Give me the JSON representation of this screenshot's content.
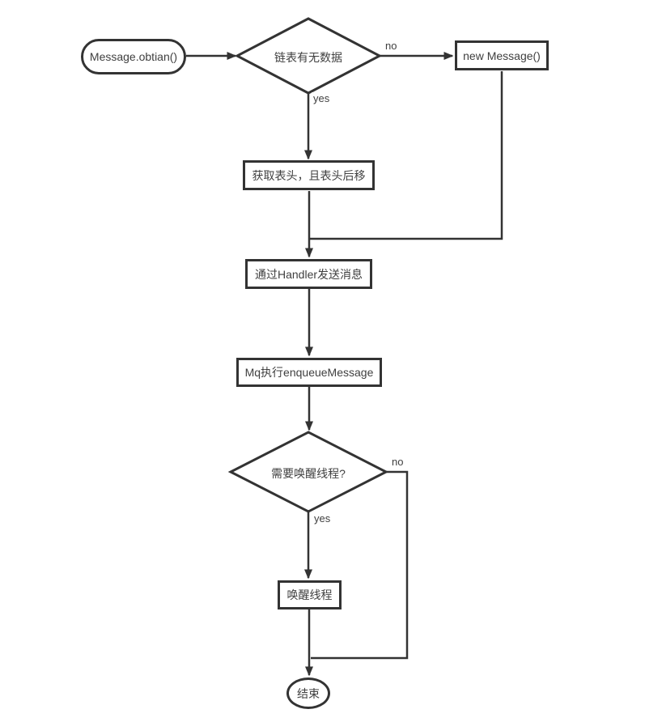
{
  "diagram": {
    "type": "flowchart",
    "background_color": "#ffffff",
    "stroke_color": "#333333",
    "text_color": "#3f3f3f",
    "nodes": {
      "start": {
        "label": "Message.obtian()",
        "shape": "stadium"
      },
      "decision_has_data": {
        "label": "链表有无数据",
        "shape": "diamond"
      },
      "new_message": {
        "label": "new Message()",
        "shape": "rect"
      },
      "get_head": {
        "label": "获取表头，且表头后移",
        "shape": "rect"
      },
      "send_via_handler": {
        "label": "通过Handler发送消息",
        "shape": "rect"
      },
      "mq_enqueue": {
        "label": "Mq执行enqueueMessage",
        "shape": "rect"
      },
      "decision_wake": {
        "label": "需要唤醒线程?",
        "shape": "diamond"
      },
      "wake_thread": {
        "label": "唤醒线程",
        "shape": "rect"
      },
      "end": {
        "label": "结束",
        "shape": "ellipse"
      }
    },
    "edge_labels": {
      "has_data_no": "no",
      "has_data_yes": "yes",
      "wake_no": "no",
      "wake_yes": "yes"
    },
    "edges": [
      {
        "from": "start",
        "to": "decision_has_data",
        "label": ""
      },
      {
        "from": "decision_has_data",
        "to": "new_message",
        "label": "no"
      },
      {
        "from": "decision_has_data",
        "to": "get_head",
        "label": "yes"
      },
      {
        "from": "new_message",
        "to": "send_via_handler",
        "label": ""
      },
      {
        "from": "get_head",
        "to": "send_via_handler",
        "label": ""
      },
      {
        "from": "send_via_handler",
        "to": "mq_enqueue",
        "label": ""
      },
      {
        "from": "mq_enqueue",
        "to": "decision_wake",
        "label": ""
      },
      {
        "from": "decision_wake",
        "to": "wake_thread",
        "label": "yes"
      },
      {
        "from": "decision_wake",
        "to": "end",
        "label": "no"
      },
      {
        "from": "wake_thread",
        "to": "end",
        "label": ""
      }
    ]
  }
}
